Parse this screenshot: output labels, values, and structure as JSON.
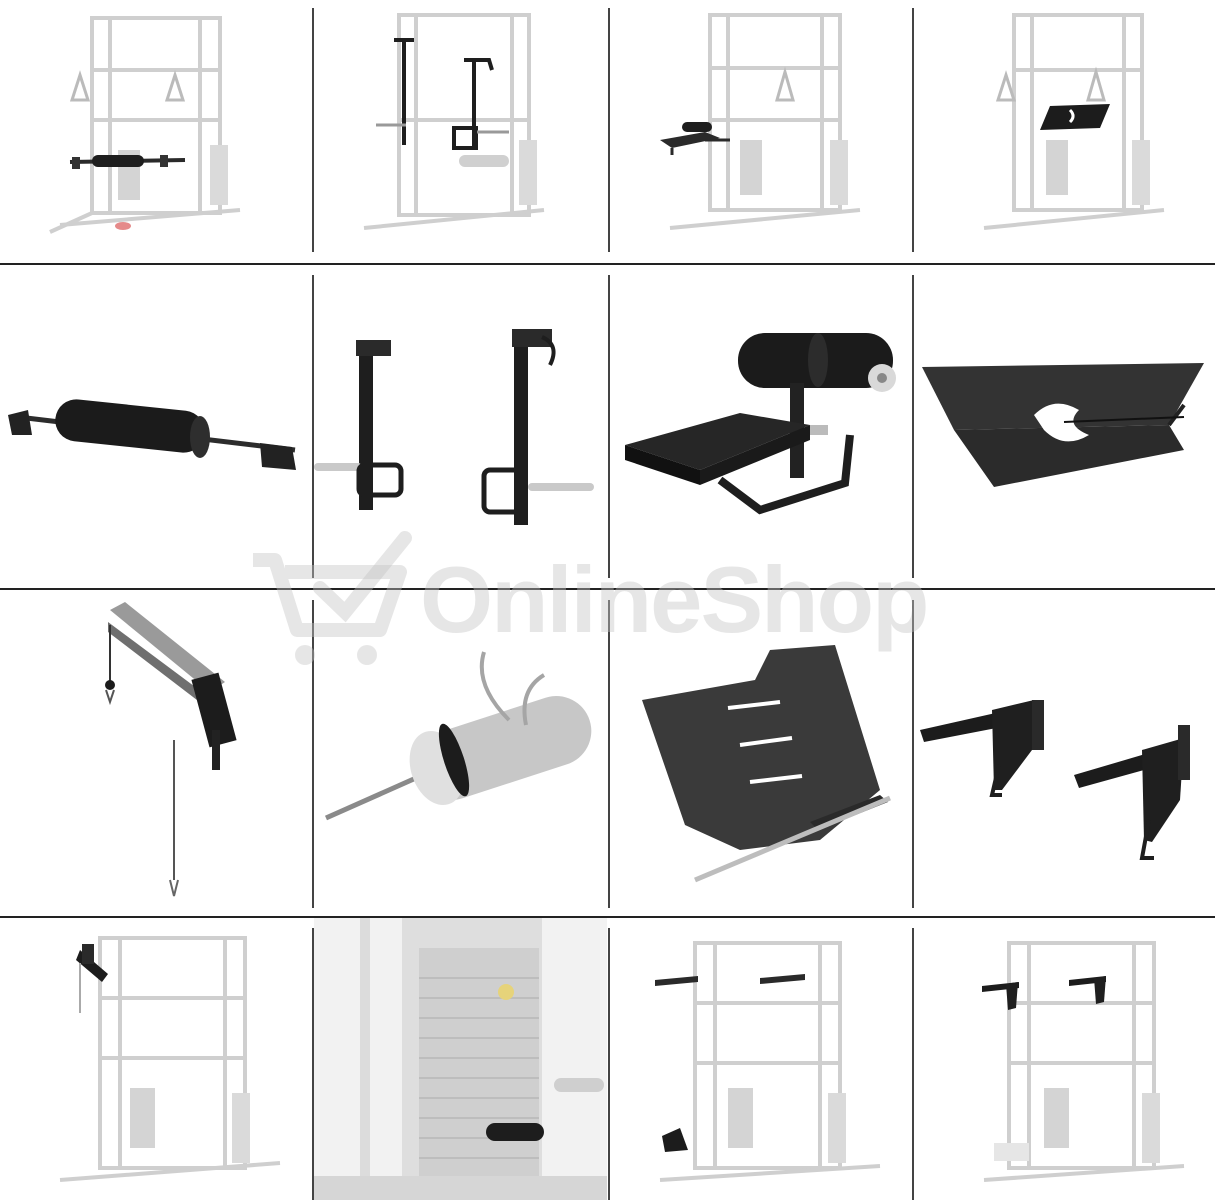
{
  "watermark": {
    "text": "OnlineShop",
    "color": "#c3c3c3"
  },
  "grid": {
    "rows": 4,
    "columns": 4
  },
  "cells": [
    {
      "name": "rack-with-leg-roller-bar",
      "icon": "power-rack-icon"
    },
    {
      "name": "rack-with-jammer-arms",
      "icon": "power-rack-icon"
    },
    {
      "name": "rack-with-preacher-seat",
      "icon": "power-rack-icon"
    },
    {
      "name": "rack-with-landmine-plate",
      "icon": "power-rack-icon"
    },
    {
      "name": "leg-roller-bar",
      "icon": "roller-bar-icon"
    },
    {
      "name": "jammer-arms-pair",
      "icon": "jammer-arm-icon"
    },
    {
      "name": "preacher-seat-with-rollers",
      "icon": "preacher-seat-icon"
    },
    {
      "name": "tread-plate-platform",
      "icon": "platform-icon"
    },
    {
      "name": "lat-pulldown-arm",
      "icon": "pulley-arm-icon"
    },
    {
      "name": "weight-stack-loading-pin",
      "icon": "loading-pin-icon"
    },
    {
      "name": "foot-plate",
      "icon": "foot-plate-icon"
    },
    {
      "name": "dip-bar-attachments",
      "icon": "dip-bar-icon"
    },
    {
      "name": "rack-with-pulldown-arm",
      "icon": "power-rack-icon"
    },
    {
      "name": "weight-stack-closeup",
      "icon": "weight-stack-icon"
    },
    {
      "name": "rack-with-dip-bars",
      "icon": "power-rack-icon"
    },
    {
      "name": "rack-with-dip-bars-front",
      "icon": "power-rack-icon"
    }
  ]
}
